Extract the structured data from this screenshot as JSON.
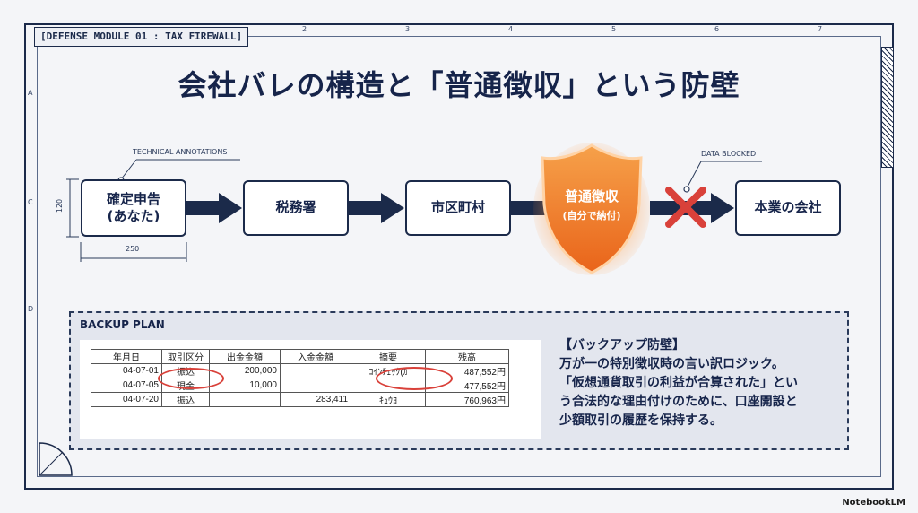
{
  "module_tag": "[DEFENSE MODULE 01 : TAX FIREWALL]",
  "title": "会社バレの構造と「普通徴収」という防壁",
  "column_marks": [
    "2",
    "3",
    "4",
    "5",
    "6",
    "7"
  ],
  "row_marks": [
    "A",
    "C",
    "D"
  ],
  "annotations": {
    "technical": "TECHNICAL ANNOTATIONS",
    "blocked": "DATA BLOCKED",
    "dim_height": "120",
    "dim_width": "250"
  },
  "flow": {
    "node1_line1": "確定申告",
    "node1_line2": "(あなた)",
    "node2": "税務署",
    "node3": "市区町村",
    "shield_line1": "普通徴収",
    "shield_line2": "(自分で納付)",
    "node5": "本業の会社"
  },
  "backup": {
    "label": "BACKUP PLAN",
    "ledger_headers": [
      "年月日",
      "取引区分",
      "出金金額",
      "入金金額",
      "摘要",
      "残高"
    ],
    "ledger_rows": [
      [
        "04-07-01",
        "振込",
        "200,000",
        "",
        "ｺｲﾝﾁｪｯｸ(ｶ",
        "487,552円"
      ],
      [
        "04-07-05",
        "現金",
        "10,000",
        "",
        "",
        "477,552円"
      ],
      [
        "04-07-20",
        "振込",
        "",
        "283,411",
        "ｷｭｳﾖ",
        "760,963円"
      ]
    ],
    "text_heading": "【バックアップ防壁】",
    "text_line1": "万が一の特別徴収時の言い訳ロジック。",
    "text_line2": "「仮想通貨取引の利益が合算された」とい",
    "text_line3": "う合法的な理由付けのために、口座開設と",
    "text_line4": "少額取引の履歴を保持する。"
  },
  "brand": "NotebookLM",
  "colors": {
    "navy": "#1b2a4a",
    "orange": "#f47a20",
    "red": "#d9413a"
  }
}
